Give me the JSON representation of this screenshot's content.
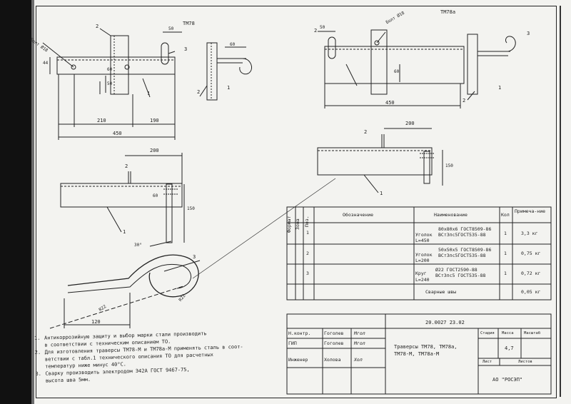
{
  "views": {
    "tm78_title": "ТМ78",
    "tm78a_title": "ТМ78а",
    "bolt_label_left": "Болт Ø18",
    "bolt_label_right": "Болт Ø18"
  },
  "dimensions": {
    "d50_top_left": "50",
    "d44": "44",
    "d60_left": "60",
    "d50_left": "50",
    "d210": "210",
    "d190": "190",
    "d450_left": "450",
    "d60_side_left": "60",
    "d50_top_right": "50",
    "d60_right": "60",
    "d450_right": "450",
    "d200_mid_left": "200",
    "d60_mid_left": "60",
    "d150_mid_left": "150",
    "d200_mid_right": "200",
    "d150_mid_right": "150",
    "d30_deg": "30°",
    "dR22_left": "R22",
    "dR22_right": "R22",
    "d120": "120"
  },
  "callouts": {
    "c2_a": "2",
    "c1_a": "1",
    "c3_a": "3",
    "c2_b": "2",
    "c1_b": "1",
    "c2_c": "2",
    "c3_c": "3",
    "c2_d": "2",
    "c1_d": "1",
    "c2_e": "2",
    "c1_e": "1",
    "c2_f": "2",
    "c1_f": "1",
    "c3_hook": "3"
  },
  "notes": [
    {
      "num": "1.",
      "text": "Антикоррозийную защиту и выбор марки стали производить"
    },
    {
      "num": "",
      "text": "в соответствии с техническим описанием ТО."
    },
    {
      "num": "2.",
      "text": "Для изготовления траверсы ТМ78-М и ТМ78а-М применять сталь в соот-"
    },
    {
      "num": "",
      "text": "ветствии с табл.1 технического описания ТО для расчетных"
    },
    {
      "num": "",
      "text": "температур ниже минус 40°С."
    },
    {
      "num": "3.",
      "text": "Сварку производить электродом Э42А ГОСТ 9467-75,"
    },
    {
      "num": "",
      "text": "высота шва 5мм."
    }
  ],
  "bom": {
    "headers": {
      "format": "Формат",
      "zone": "Зона",
      "pos": "Поз.",
      "designation": "Обозначение",
      "name": "Наименование",
      "qty": "Кол",
      "note": "Примеча-ние"
    },
    "rows": [
      {
        "pos": "1",
        "type": "Уголок",
        "length": "L=450",
        "spec1": "80х80х6 ГОСТ8509-86",
        "spec2": "ВСт3пс5ГОСТ535-88",
        "qty": "1",
        "note": "3,3 кг"
      },
      {
        "pos": "2",
        "type": "Уголок",
        "length": "L=200",
        "spec1": "50х50х5 ГОСТ8509-86",
        "spec2": "ВСт3пс5ГОСТ535-88",
        "qty": "1",
        "note": "0,75 кг"
      },
      {
        "pos": "3",
        "type": "Круг",
        "length": "L=240",
        "spec1": "Ø22 ГОСТ2590-88",
        "spec2": "ВСт3пс5 ГОСТ535-88",
        "qty": "1",
        "note": "0,72 кг"
      },
      {
        "pos": "",
        "type": "Сварные швы",
        "length": "",
        "spec1": "",
        "spec2": "",
        "qty": "",
        "note": "0,05 кг"
      }
    ]
  },
  "title_block": {
    "doc_number": "20.0027 23.02",
    "title_line1": "Траверсы ТМ78, ТМ78а,",
    "title_line2": "ТМ78-М, ТМ78а-М",
    "stage_label": "Стадия",
    "mass_label": "Масса",
    "scale_label": "Масштаб",
    "mass_value": "4,7",
    "sheet_label": "Лист",
    "sheets_label": "Листов",
    "org": "АО \"РОСЭП\"",
    "roles": [
      {
        "role": "Н.контр.",
        "name": "Гоголев",
        "sign": "Мгол"
      },
      {
        "role": "ГИП",
        "name": "Гоголев",
        "sign": "Мгол"
      },
      {
        "role": "Инженер",
        "name": "Холова",
        "sign": "Хол"
      }
    ]
  }
}
